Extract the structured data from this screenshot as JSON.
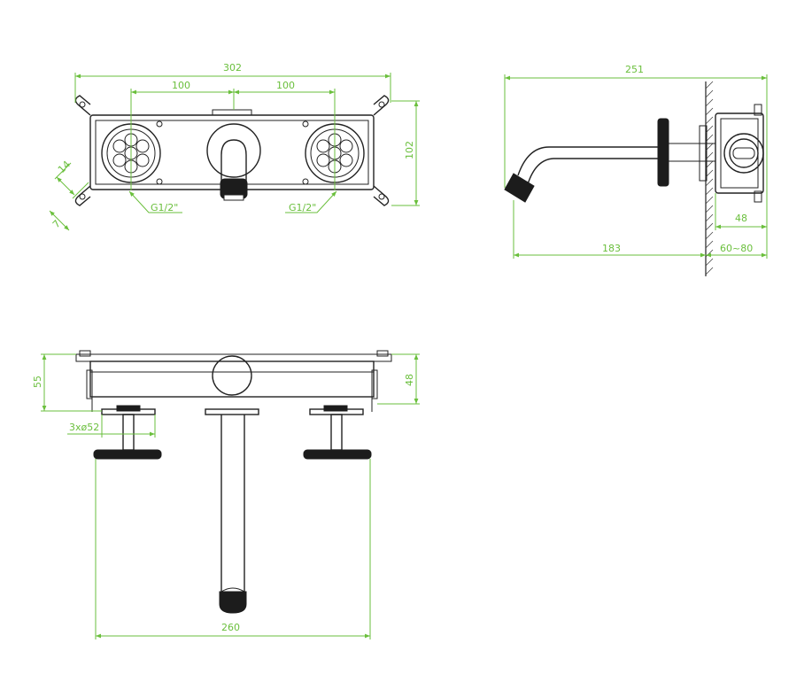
{
  "colors": {
    "dimension": "#6abf3c",
    "outline": "#222222",
    "background": "#ffffff"
  },
  "front_view": {
    "dims": {
      "overall_width": "302",
      "spacing_left": "100",
      "spacing_right": "100",
      "height": "102",
      "mount_slot_a": "14",
      "mount_slot_b": "7"
    },
    "thread_left": "G1/2\"",
    "thread_right": "G1/2\""
  },
  "side_view": {
    "dims": {
      "total_depth": "251",
      "spout_projection": "183",
      "body_depth": "48",
      "wall_depth_range": "60~80"
    }
  },
  "top_view": {
    "dims": {
      "total_height": "55",
      "body_height": "48",
      "rosette_diameter": "3xø52",
      "handle_span": "260"
    }
  }
}
